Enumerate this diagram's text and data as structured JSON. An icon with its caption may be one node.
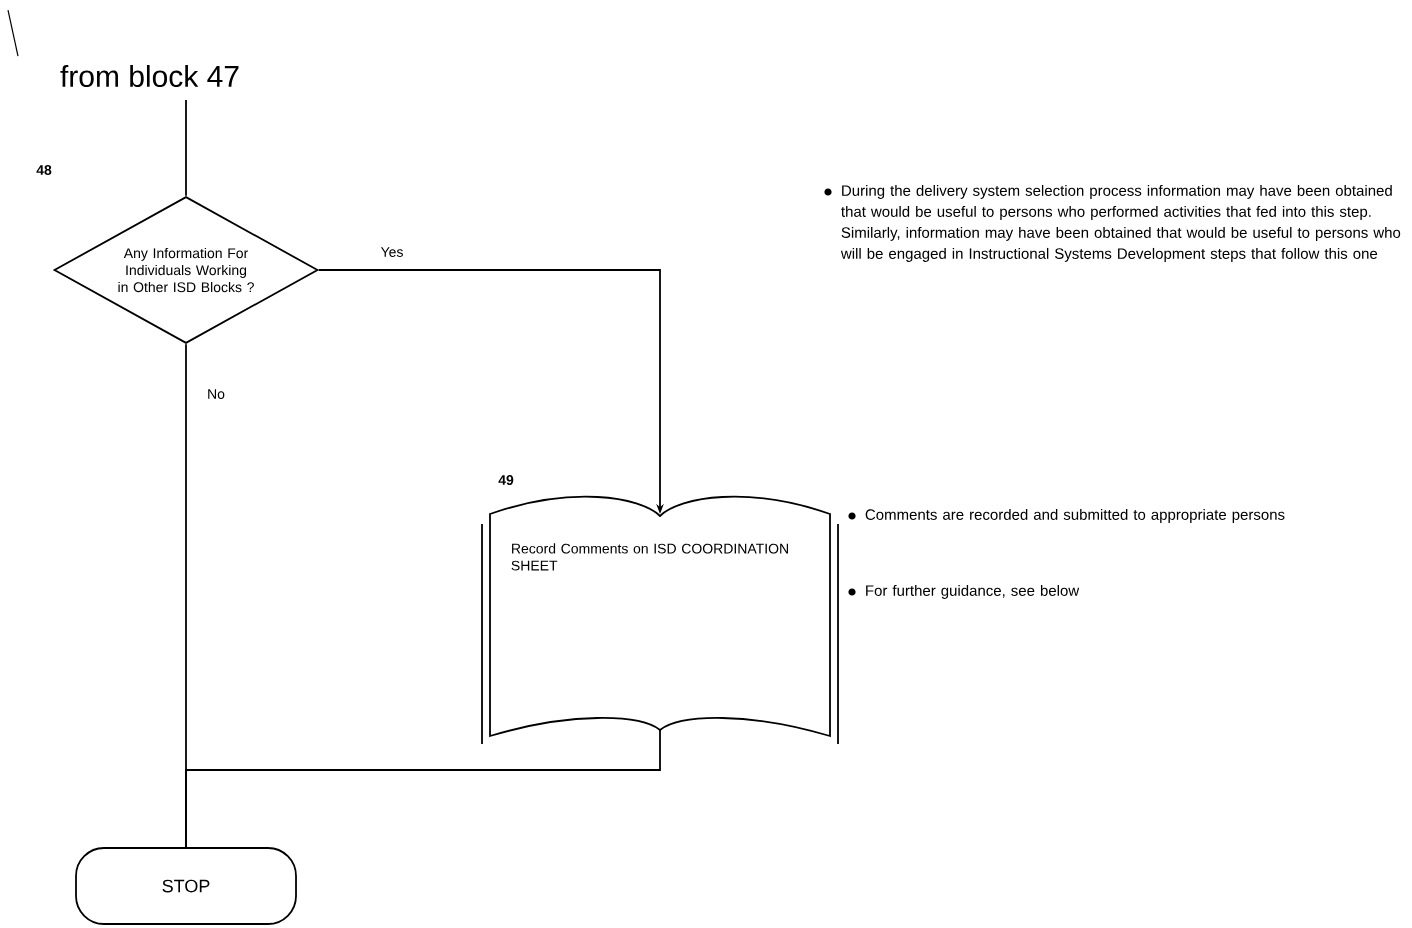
{
  "diagram": {
    "nodes": [
      {
        "text": [
          "from block 47"
        ]
      },
      {
        "text": [
          "Any Information For Individuals Working in Other ISD Blocks ?"
        ],
        "beside": [
          "48"
        ]
      },
      {
        "text": [
          "Record Comments on ISD COORDINATION SHEET"
        ],
        "beside": [
          "49"
        ]
      },
      {
        "text": [
          "STOP"
        ]
      }
    ],
    "edges": [
      {
        "from": 0,
        "to": 1,
        "arrow": "none"
      },
      {
        "from": 1,
        "to": 2,
        "arrow": "to",
        "label": "Yes"
      },
      {
        "from": 1,
        "to": 3,
        "arrow": "none",
        "label": "No"
      },
      {
        "from": 2,
        "to": 3,
        "arrow": "none"
      }
    ],
    "labels": [
      "During the delivery system selection process information may have been obtained that would be useful to persons who performed activities that fed into this step. Similarly, information may have been obtained that would be useful to persons who will be engaged in Instructional Systems Development steps that follow this one",
      "Comments are recorded and submitted to appropriate persons",
      "For further guidance, see below"
    ]
  }
}
